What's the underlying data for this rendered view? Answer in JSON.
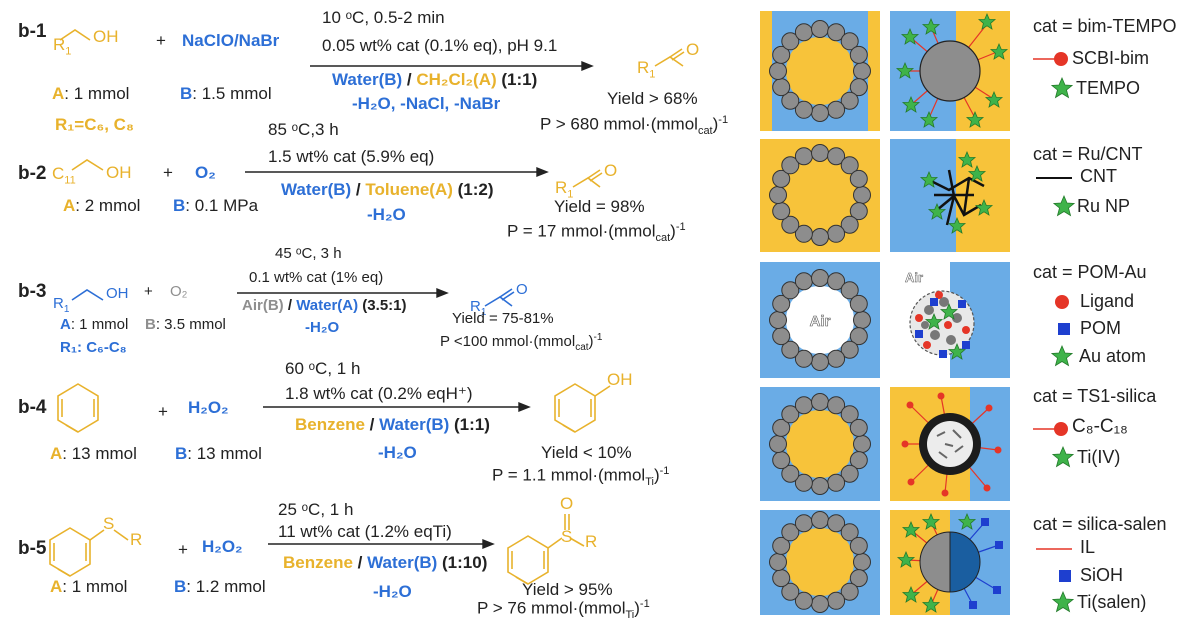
{
  "rows": [
    {
      "id": "b-1",
      "reactant_a": "OH",
      "reactant_a_amount_prefix": "A",
      "reactant_a_amount": ": 1 mmol",
      "reactant_b": "NaClO/NaBr",
      "reactant_b_amount_prefix": "B",
      "reactant_b_amount": ": 1.5 mmol",
      "r_group": "R",
      "r_group_sub": "1",
      "r_note": "R₁=C₆, C₈",
      "plus": "+",
      "conditions_1": "10 ᵒC, 0.5-2 min",
      "conditions_2": "0.05 wt% cat (0.1% eq), pH 9.1",
      "phase_b": "Water(B)",
      "phase_sep": " / ",
      "phase_a": "CH₂Cl₂(A)",
      "ratio": " (1:1)",
      "byproducts": "-H₂O, -NaCl, -NaBr",
      "product_label": "O",
      "yield": "Yield > 68%",
      "productivity": "P > 680 mmol·(mmol",
      "productivity_sub": "cat",
      "productivity_end": ")",
      "productivity_sup": "-1"
    },
    {
      "id": "b-2",
      "reactant_a": "OH",
      "reactant_a_prefix": "C",
      "reactant_a_prefix_sub": "11",
      "reactant_a_amount_prefix": "A",
      "reactant_a_amount": ": 2 mmol",
      "reactant_b": "O₂",
      "reactant_b_amount_prefix": "B",
      "reactant_b_amount": ": 0.1 MPa",
      "plus": "+",
      "conditions_1": "85 ᵒC,3 h",
      "conditions_2": "1.5 wt% cat (5.9% eq)",
      "phase_b": "Water(B)",
      "phase_sep": " / ",
      "phase_a": "Toluene(A)",
      "ratio": " (1:2)",
      "byproducts": "-H₂O",
      "product_label": "O",
      "yield": "Yield = 98%",
      "productivity": "P = 17 mmol·(mmol",
      "productivity_sub": "cat",
      "productivity_end": ")",
      "productivity_sup": "-1"
    },
    {
      "id": "b-3",
      "reactant_a": "OH",
      "reactant_a_amount_prefix": "A",
      "reactant_a_amount": ": 1 mmol",
      "reactant_b": "O₂",
      "reactant_b_amount_prefix": "B",
      "reactant_b_amount": ": 3.5 mmol",
      "r_note": "R₁: C₆-C₈",
      "plus": "+",
      "conditions_1": "45 ᵒC, 3 h",
      "conditions_2": "0.1 wt% cat (1% eq)",
      "phase_b": "Air(B)",
      "phase_sep": " / ",
      "phase_a": "Water(A)",
      "ratio": " (3.5:1)",
      "byproducts": "-H₂O",
      "product_label": "O",
      "yield": "Yield = 75-81%",
      "productivity": "P <100 mmol·(mmol",
      "productivity_sub": "cat",
      "productivity_end": ")",
      "productivity_sup": "-1"
    },
    {
      "id": "b-4",
      "reactant_a_amount_prefix": "A",
      "reactant_a_amount": ": 13 mmol",
      "reactant_b": "H₂O₂",
      "reactant_b_amount_prefix": "B",
      "reactant_b_amount": ": 13 mmol",
      "plus": "+",
      "conditions_1": "60 ᵒC, 1 h",
      "conditions_2": "1.8 wt% cat (0.2% eqH⁺)",
      "phase_a": "Benzene",
      "phase_sep": " / ",
      "phase_b": "Water(B)",
      "ratio": " (1:1)",
      "byproducts": "-H₂O",
      "product_label": "OH",
      "yield": "Yield < 10%",
      "productivity": "P = 1.1 mmol·(mmol",
      "productivity_sub": "Ti",
      "productivity_end": ")",
      "productivity_sup": "-1"
    },
    {
      "id": "b-5",
      "reactant_a_s": "S",
      "reactant_a_r": "R",
      "reactant_a_amount_prefix": "A",
      "reactant_a_amount": ": 1 mmol",
      "reactant_b": "H₂O₂",
      "reactant_b_amount_prefix": "B",
      "reactant_b_amount": ": 1.2 mmol",
      "plus": "+",
      "conditions_1": "25 ᵒC, 1 h",
      "conditions_2": "11 wt% cat (1.2% eqTi)",
      "phase_a": "Benzene",
      "phase_sep": " / ",
      "phase_b": "Water(B)",
      "ratio": " (1:10)",
      "byproducts": "-H₂O",
      "product_o": "O",
      "product_s": "S",
      "product_r": "R",
      "yield": "Yield > 95%",
      "productivity": "P > 76 mmol·(mmol",
      "productivity_sub": "Ti",
      "productivity_end": ")",
      "productivity_sup": "-1"
    }
  ],
  "legends": [
    {
      "cat": "cat = bim-TEMPO",
      "items": [
        "SCBI-bim",
        "TEMPO"
      ]
    },
    {
      "cat": "cat = Ru/CNT",
      "items": [
        "CNT",
        "Ru NP"
      ]
    },
    {
      "cat": "cat = POM-Au",
      "items": [
        "Ligand",
        "POM",
        "Au atom"
      ],
      "air_label": "Air",
      "air_label_2": "Air"
    },
    {
      "cat": "cat = TS1-silica",
      "items": [
        "C₈-C₁₈",
        "Ti(IV)"
      ]
    },
    {
      "cat": "cat = silica-salen",
      "items": [
        "IL",
        "SiOH",
        "Ti(salen)"
      ]
    }
  ],
  "colors": {
    "yellow": "#f7c33a",
    "blue": "#6aace6",
    "text_yellow": "#e8b22c",
    "text_blue": "#2d6fd6",
    "red": "#e53527",
    "green": "#3fb34a",
    "grey": "#8d8d8d"
  },
  "icons": [
    "red-dot-icon",
    "green-star-icon",
    "blue-square-icon",
    "black-line-icon",
    "red-line-icon"
  ]
}
